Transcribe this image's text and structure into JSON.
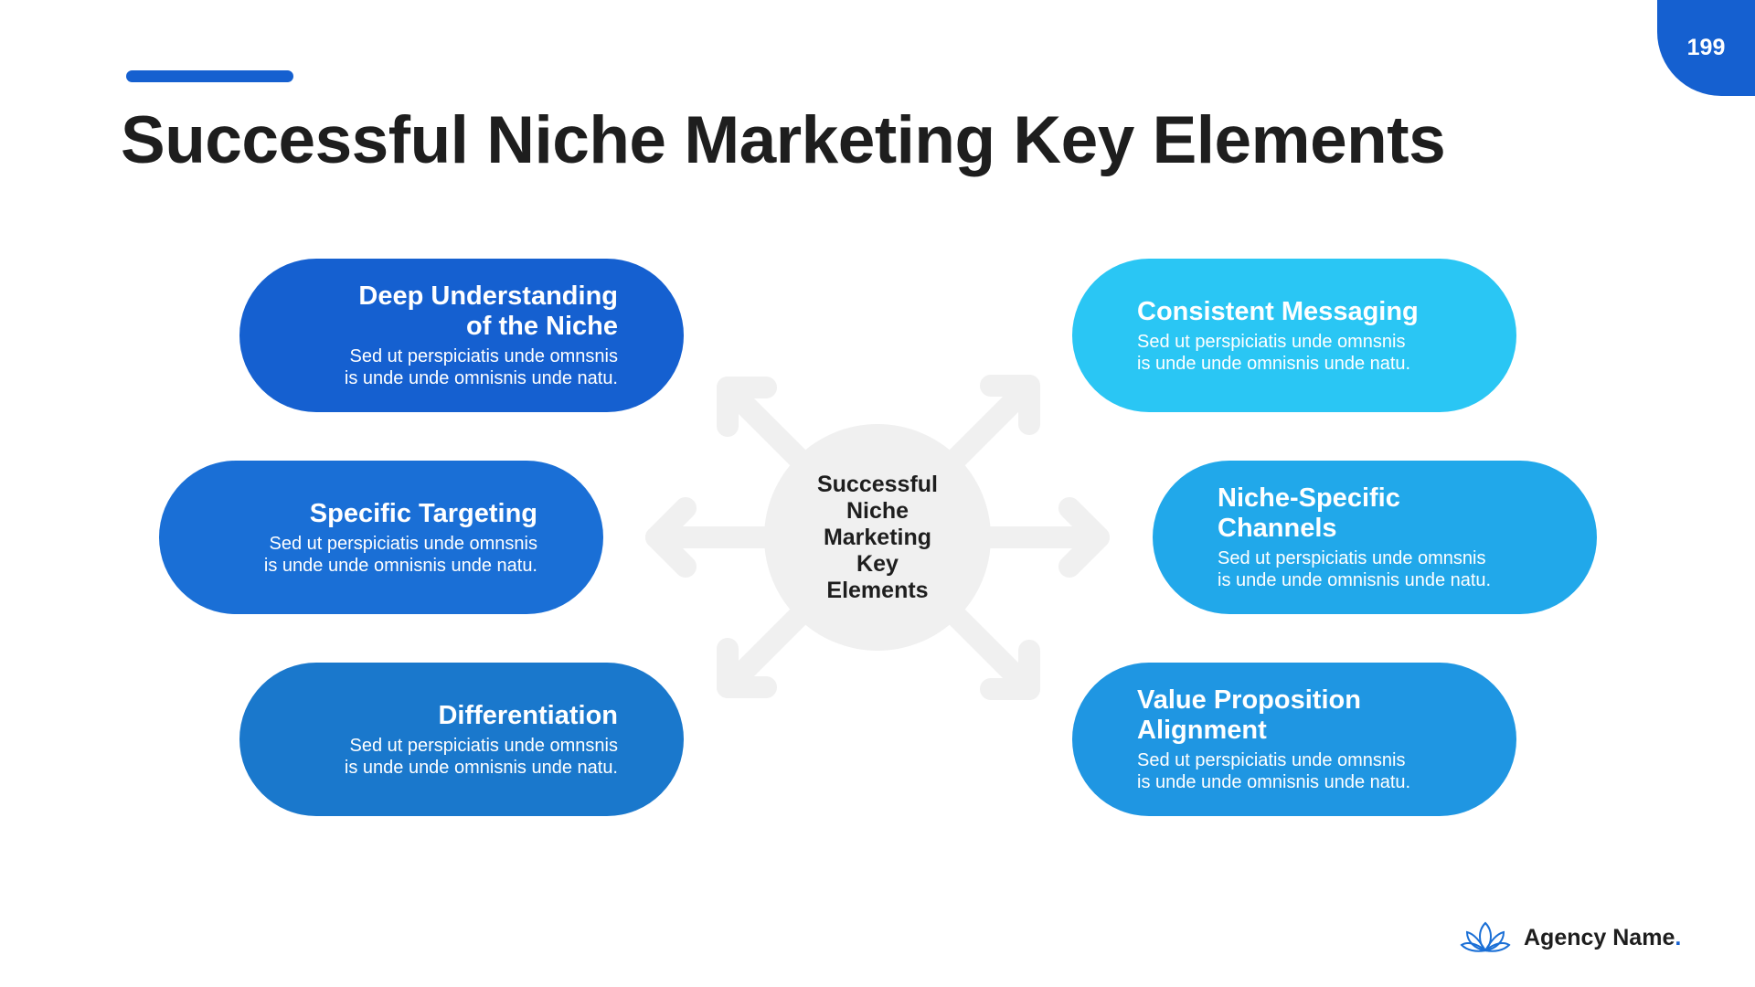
{
  "page_number": "199",
  "title": "Successful Niche Marketing Key Elements",
  "hub": {
    "label": "Successful\nNiche\nMarketing\nKey\nElements"
  },
  "elements": [
    {
      "title": "Deep Understanding\nof the Niche",
      "body": "Sed ut perspiciatis unde omnsnis\nis unde unde omnisnis unde natu.",
      "color": "#1560d0"
    },
    {
      "title": "Specific Targeting",
      "body": "Sed ut perspiciatis unde omnsnis\nis unde unde omnisnis unde natu.",
      "color": "#1a6fd6"
    },
    {
      "title": "Differentiation",
      "body": "Sed ut perspiciatis unde omnsnis\nis unde unde omnisnis unde natu.",
      "color": "#1a78cc"
    },
    {
      "title": "Consistent Messaging",
      "body": "Sed ut perspiciatis unde omnsnis\nis unde unde omnisnis unde natu.",
      "color": "#2ac6f4"
    },
    {
      "title": "Niche-Specific\nChannels",
      "body": "Sed ut perspiciatis unde omnsnis\nis unde unde omnisnis unde natu.",
      "color": "#21a8ea"
    },
    {
      "title": "Value Proposition\nAlignment",
      "body": "Sed ut perspiciatis unde omnsnis\nis unde unde omnisnis unde natu.",
      "color": "#1f96e2"
    }
  ],
  "footer": {
    "agency_name": "Agency Name",
    "agency_dot": "."
  },
  "colors": {
    "accent": "#1560d0",
    "arrows": "#f0f0f0"
  }
}
